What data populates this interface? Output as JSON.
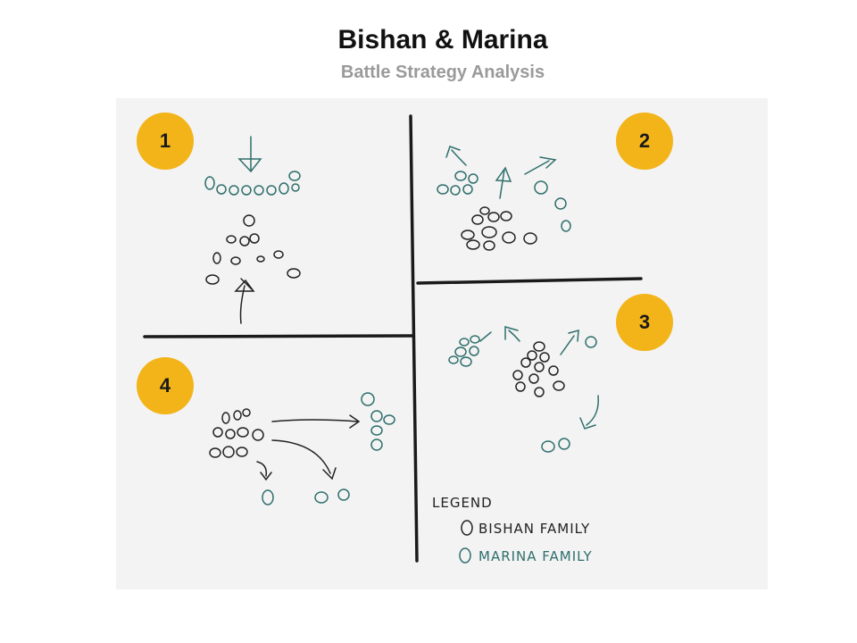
{
  "header": {
    "title": "Bishan & Marina",
    "subtitle": "Battle Strategy Analysis"
  },
  "quadrants": [
    {
      "number": "1"
    },
    {
      "number": "2"
    },
    {
      "number": "3"
    },
    {
      "number": "4"
    }
  ],
  "legend": {
    "title": "LEGEND",
    "items": [
      {
        "label": "BISHAN FAMILY",
        "color": "#222222"
      },
      {
        "label": "MARINA FAMILY",
        "color": "#2e6f6c"
      }
    ]
  },
  "colors": {
    "badge": "#f2b418",
    "bishan": "#222222",
    "marina": "#2e6f6c",
    "paper": "#f3f3f3"
  }
}
